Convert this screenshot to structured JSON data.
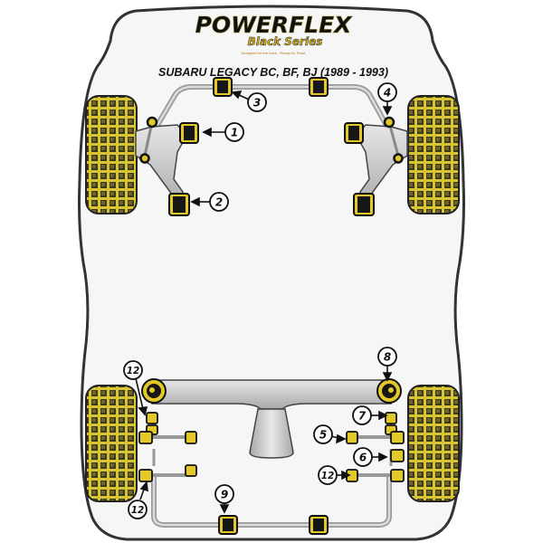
{
  "brand": {
    "name": "POWERFLEX",
    "series": "Black Series",
    "tagline": "Designed for the track - Ready for Road"
  },
  "title": "SUBARU LEGACY BC, BF, BJ (1989 - 1993)",
  "callouts": [
    {
      "id": "1",
      "label": "1"
    },
    {
      "id": "2",
      "label": "2"
    },
    {
      "id": "3",
      "label": "3"
    },
    {
      "id": "4",
      "label": "4"
    },
    {
      "id": "5",
      "label": "5"
    },
    {
      "id": "6",
      "label": "6"
    },
    {
      "id": "7",
      "label": "7"
    },
    {
      "id": "8",
      "label": "8"
    },
    {
      "id": "9",
      "label": "9"
    },
    {
      "id": "12a",
      "label": "12"
    },
    {
      "id": "12b",
      "label": "12"
    },
    {
      "id": "12c",
      "label": "12"
    }
  ],
  "colors": {
    "body_fill": "#f6f6f6",
    "body_outline": "#333333",
    "tyre_fill": "#e3cf3a",
    "tyre_dark": "#3c3a1c",
    "bush_yellow": "#e2c829",
    "bush_black": "#161616",
    "metal": "#c9c9c9",
    "metal_dark": "#9a9a9a"
  }
}
